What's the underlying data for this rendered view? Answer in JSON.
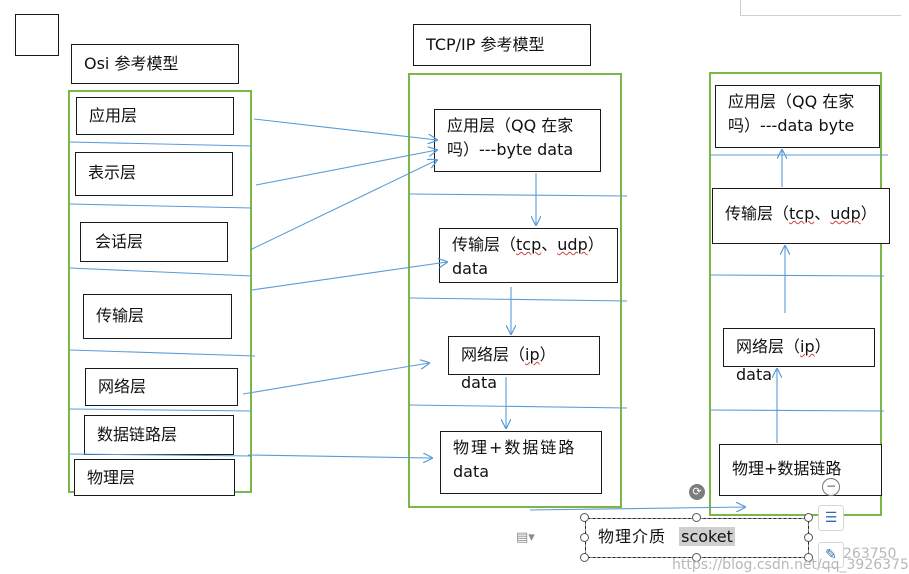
{
  "osi": {
    "title": "Osi 参考模型",
    "layers": [
      "应用层",
      "表示层",
      "会话层",
      "传输层",
      "网络层",
      "数据链路层",
      "物理层"
    ]
  },
  "tcpip": {
    "title": "TCP/IP 参考模型",
    "layers": [
      {
        "line1": "应用层（QQ  在家",
        "line2": "吗）---byte data"
      },
      {
        "line1": "传输层（tcp、udp）",
        "line2": "data"
      },
      {
        "line1": "网络层（ip）data",
        "line2": ""
      },
      {
        "line1": "物理+数据链路",
        "line2": "data"
      }
    ]
  },
  "right_stack": {
    "layers": [
      {
        "line1": "应用层（QQ  在家",
        "line2": "吗）---data byte"
      },
      {
        "line1": "传输层（tcp、udp）",
        "line2": ""
      },
      {
        "line1": "网络层（ip）data",
        "line2": ""
      },
      {
        "line1": "物理+数据链路",
        "line2": ""
      }
    ]
  },
  "medium": {
    "label": "物理介质",
    "highlighted": "scoket"
  },
  "watermark": {
    "text1": "https://blog.csdn.net/qq_3926375",
    "text2": "263750"
  },
  "colors": {
    "arrow": "#5b9bd5",
    "container_border": "#7ab648",
    "box_border": "#1a1a1a"
  },
  "icons": [
    "rotate-handle-icon",
    "collapse-circle-icon",
    "layout-options-icon",
    "pen-edit-icon",
    "paste-options-icon",
    "blank-square-icon"
  ]
}
